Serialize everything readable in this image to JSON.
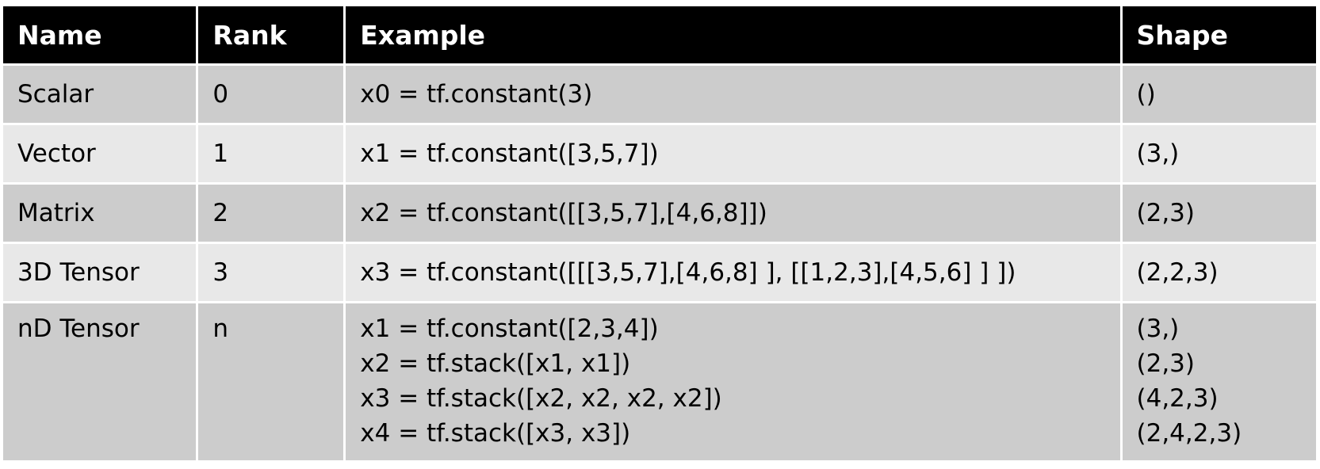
{
  "headers": [
    "Name",
    "Rank",
    "Example",
    "Shape"
  ],
  "rows": [
    {
      "name": "Scalar",
      "rank": "0",
      "example": [
        "x0 = tf.constant(3)"
      ],
      "shape": [
        "()"
      ]
    },
    {
      "name": "Vector",
      "rank": "1",
      "example": [
        "x1 = tf.constant([3,5,7])"
      ],
      "shape": [
        "(3,)"
      ]
    },
    {
      "name": "Matrix",
      "rank": "2",
      "example": [
        "x2 = tf.constant([[3,5,7],[4,6,8]])"
      ],
      "shape": [
        "(2,3)"
      ]
    },
    {
      "name": "3D Tensor",
      "rank": "3",
      "example": [
        "x3 = tf.constant([[[3,5,7],[4,6,8] ], [[1,2,3],[4,5,6] ] ])"
      ],
      "shape": [
        "(2,2,3)"
      ]
    },
    {
      "name": "nD Tensor",
      "rank": "n",
      "example": [
        "x1 = tf.constant([2,3,4])",
        "x2 = tf.stack([x1, x1])",
        "x3 = tf.stack([x2, x2, x2, x2])",
        "x4 = tf.stack([x3, x3])"
      ],
      "shape": [
        "(3,)",
        "(2,3)",
        "(4,2,3)",
        "(2,4,2,3)"
      ]
    }
  ],
  "colors": {
    "header_bg": "#000000",
    "header_text": "#ffffff",
    "row_dark": "#cccccc",
    "row_light": "#e8e8e8"
  }
}
